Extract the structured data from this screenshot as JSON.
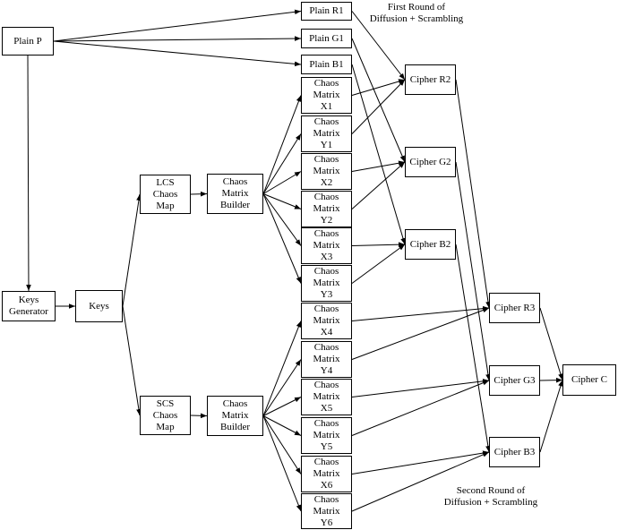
{
  "nodes": {
    "plain_p": "Plain P",
    "keys_generator": "Keys\nGenerator",
    "keys": "Keys",
    "lcs": "LCS\nChaos\nMap",
    "scs": "SCS\nChaos\nMap",
    "builder_top": "Chaos\nMatrix\nBuilder",
    "builder_bottom": "Chaos\nMatrix\nBuilder",
    "plain_r1": "Plain R1",
    "plain_g1": "Plain G1",
    "plain_b1": "Plain B1",
    "x1": "Chaos\nMatrix\nX1",
    "y1": "Chaos\nMatrix\nY1",
    "x2": "Chaos\nMatrix\nX2",
    "y2": "Chaos\nMatrix\nY2",
    "x3": "Chaos\nMatrix\nX3",
    "y3": "Chaos\nMatrix\nY3",
    "x4": "Chaos\nMatrix\nX4",
    "y4": "Chaos\nMatrix\nY4",
    "x5": "Chaos\nMatrix\nX5",
    "y5": "Chaos\nMatrix\nY5",
    "x6": "Chaos\nMatrix\nX6",
    "y6": "Chaos\nMatrix\nY6",
    "cipher_r2": "Cipher R2",
    "cipher_g2": "Cipher G2",
    "cipher_b2": "Cipher B2",
    "cipher_r3": "Cipher R3",
    "cipher_g3": "Cipher G3",
    "cipher_b3": "Cipher B3",
    "cipher_c": "Cipher C"
  },
  "captions": {
    "first_round": "First Round of\nDiffusion + Scrambling",
    "second_round": "Second Round of\nDiffusion + Scrambling"
  },
  "edges": [
    [
      "plain_p",
      "plain_r1"
    ],
    [
      "plain_p",
      "plain_g1"
    ],
    [
      "plain_p",
      "plain_b1"
    ],
    [
      "plain_p",
      "keys_generator"
    ],
    [
      "keys_generator",
      "keys"
    ],
    [
      "keys",
      "lcs"
    ],
    [
      "keys",
      "scs"
    ],
    [
      "lcs",
      "builder_top"
    ],
    [
      "scs",
      "builder_bottom"
    ],
    [
      "builder_top",
      "x1"
    ],
    [
      "builder_top",
      "y1"
    ],
    [
      "builder_top",
      "x2"
    ],
    [
      "builder_top",
      "y2"
    ],
    [
      "builder_top",
      "x3"
    ],
    [
      "builder_top",
      "y3"
    ],
    [
      "builder_bottom",
      "x4"
    ],
    [
      "builder_bottom",
      "y4"
    ],
    [
      "builder_bottom",
      "x5"
    ],
    [
      "builder_bottom",
      "y5"
    ],
    [
      "builder_bottom",
      "x6"
    ],
    [
      "builder_bottom",
      "y6"
    ],
    [
      "plain_r1",
      "cipher_r2"
    ],
    [
      "plain_g1",
      "cipher_g2"
    ],
    [
      "plain_b1",
      "cipher_b2"
    ],
    [
      "x1",
      "cipher_r2"
    ],
    [
      "y1",
      "cipher_r2"
    ],
    [
      "x2",
      "cipher_g2"
    ],
    [
      "y2",
      "cipher_g2"
    ],
    [
      "x3",
      "cipher_b2"
    ],
    [
      "y3",
      "cipher_b2"
    ],
    [
      "cipher_r2",
      "cipher_r3"
    ],
    [
      "cipher_g2",
      "cipher_g3"
    ],
    [
      "cipher_b2",
      "cipher_b3"
    ],
    [
      "x4",
      "cipher_r3"
    ],
    [
      "y4",
      "cipher_r3"
    ],
    [
      "x5",
      "cipher_g3"
    ],
    [
      "y5",
      "cipher_g3"
    ],
    [
      "x6",
      "cipher_b3"
    ],
    [
      "y6",
      "cipher_b3"
    ],
    [
      "cipher_r3",
      "cipher_c"
    ],
    [
      "cipher_g3",
      "cipher_c"
    ],
    [
      "cipher_b3",
      "cipher_c"
    ]
  ]
}
